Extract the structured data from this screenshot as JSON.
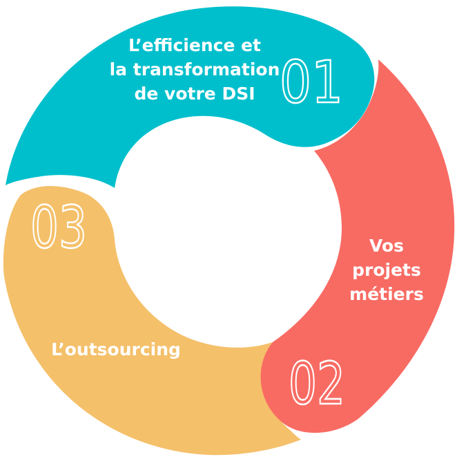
{
  "segments": [
    {
      "number": "01",
      "label_lines": [
        "L’efficience et",
        "la transformation",
        "de votre DSI"
      ],
      "color": "#00bfcc"
    },
    {
      "number": "02",
      "label_lines": [
        "Vos",
        "projets",
        "métiers"
      ],
      "color": "#f86b63"
    },
    {
      "number": "03",
      "label_lines": [
        "L’outsourcing"
      ],
      "color": "#f4c06a"
    }
  ],
  "background": "#ffffff"
}
